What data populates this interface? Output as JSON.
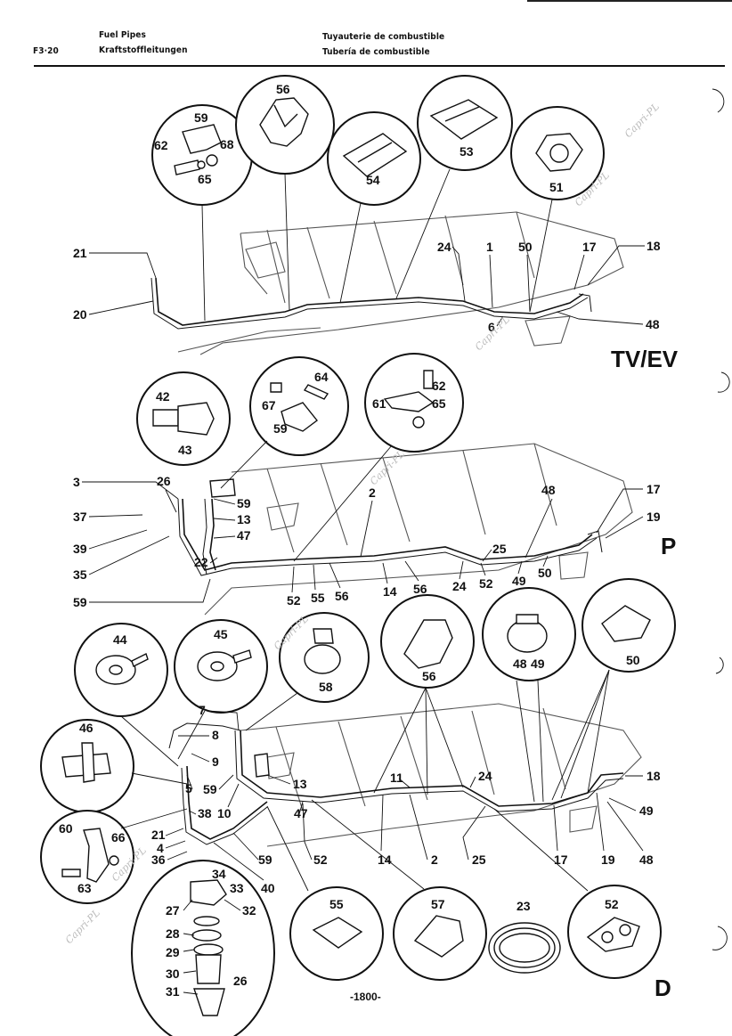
{
  "header": {
    "page_code": "F3·20",
    "title_en": "Fuel Pipes",
    "title_de": "Kraftstoffleitungen",
    "title_fr": "Tuyauterie de combustible",
    "title_es": "Tubería de combustible"
  },
  "variants": {
    "top": "TV/EV",
    "middle": "P",
    "bottom": "D"
  },
  "page_number": "-1800-",
  "watermark": "Capri-PL",
  "callouts": {
    "top_insets": [
      "59",
      "62",
      "68",
      "65",
      "56",
      "54",
      "53",
      "51"
    ],
    "top_assembly": [
      "21",
      "20",
      "24",
      "1",
      "50",
      "17",
      "18",
      "6",
      "48"
    ],
    "middle_insets": [
      "42",
      "43",
      "67",
      "64",
      "59",
      "61",
      "62",
      "65"
    ],
    "middle_assembly": [
      "3",
      "26",
      "37",
      "39",
      "35",
      "59",
      "13",
      "47",
      "22",
      "2",
      "48",
      "17",
      "19",
      "25",
      "52",
      "55",
      "56",
      "14",
      "56",
      "24",
      "52",
      "49",
      "50",
      "59"
    ],
    "bottom_insets": [
      "44",
      "45",
      "58",
      "56",
      "48",
      "49",
      "50",
      "46",
      "60",
      "66",
      "63",
      "55",
      "57",
      "23",
      "52"
    ],
    "bottom_assembly": [
      "7",
      "8",
      "9",
      "5",
      "59",
      "13",
      "38",
      "10",
      "21",
      "4",
      "36",
      "47",
      "52",
      "11",
      "24",
      "14",
      "2",
      "25",
      "17",
      "19",
      "18",
      "49",
      "48",
      "59",
      "40",
      "34",
      "33",
      "27",
      "32",
      "28",
      "29",
      "30",
      "31",
      "26"
    ]
  }
}
